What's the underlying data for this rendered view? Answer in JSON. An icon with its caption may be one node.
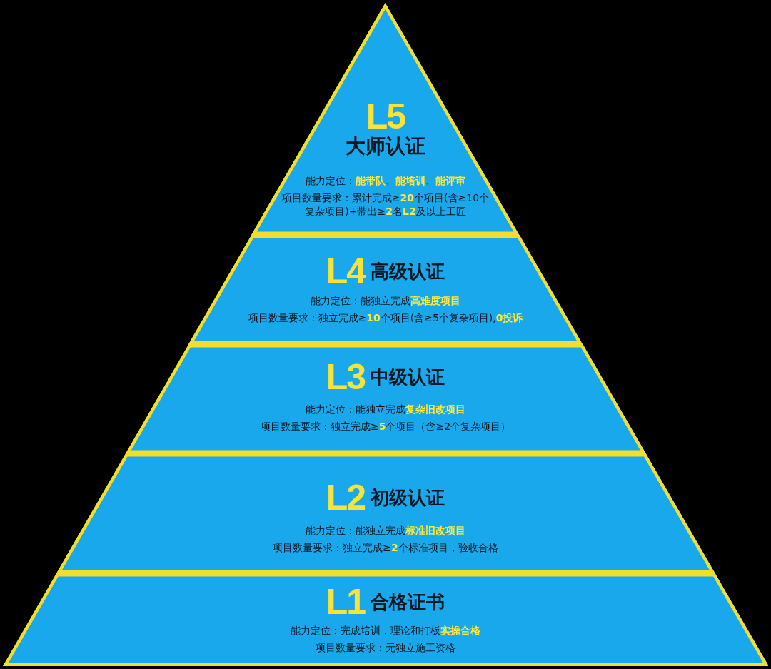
{
  "diagram": {
    "nodes": [
      {
        "text": [
          "L5",
          "大师认证",
          "能力定位：**能带队**、**能培训**、**能评审**",
          "项目数量要求：累计完成≥**20**个项目(含≥10个复杂项目)+带出≥**2**名**L2**及以上工匠"
        ]
      },
      {
        "text": [
          "L4",
          "高级认证",
          "能力定位：能独立完成**高难度项目**",
          "项目数量要求：独立完成≥**10**个项目(含≥5个复杂项目),**0投诉**"
        ]
      },
      {
        "text": [
          "L3",
          "中级认证",
          "能力定位：能独立完成**复杂旧改项目**",
          "项目数量要求：独立完成≥**5**个项目（含≥2个复杂项目）"
        ]
      },
      {
        "text": [
          "L2",
          "初级认证",
          "能力定位：能独立完成**标准旧改项目**",
          "项目数量要求：独立完成≥**2**个标准项目，验收合格"
        ]
      },
      {
        "text": [
          "L1",
          "合格证书",
          "能力定位：完成培训，理论和打板**实操合格**",
          "项目数量要求：无独立施工资格"
        ]
      }
    ]
  }
}
